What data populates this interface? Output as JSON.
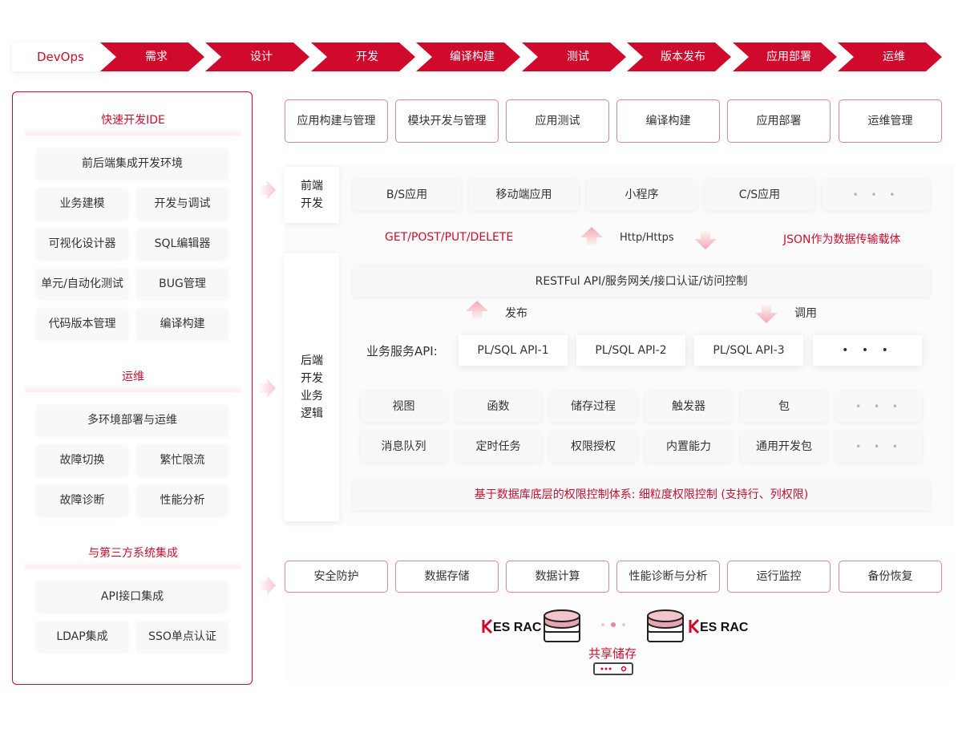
{
  "devops": {
    "label": "DevOps",
    "stages": [
      "需求",
      "设计",
      "开发",
      "编译构建",
      "测试",
      "版本发布",
      "应用部署",
      "运维"
    ]
  },
  "left_panel": {
    "ide": {
      "title": "快速开发IDE",
      "full": "前后端集成开发环境",
      "items": [
        "业务建模",
        "开发与调试",
        "可视化设计器",
        "SQL编辑器",
        "单元/自动化测试",
        "BUG管理",
        "代码版本管理",
        "编译构建"
      ]
    },
    "ops": {
      "title": "运维",
      "full": "多环境部署与运维",
      "items": [
        "故障切换",
        "繁忙限流",
        "故障诊断",
        "性能分析"
      ]
    },
    "integration": {
      "title": "与第三方系统集成",
      "full": "API接口集成",
      "items": [
        "LDAP集成",
        "SSO单点认证"
      ]
    }
  },
  "top_modules": [
    "应用构建与管理",
    "模块开发与管理",
    "应用测试",
    "编译构建",
    "应用部署",
    "运维管理"
  ],
  "frontend": {
    "label": [
      "前端",
      "开发"
    ],
    "items": [
      "B/S应用",
      "移动端应用",
      "小程序",
      "C/S应用",
      "• • •"
    ]
  },
  "protocol": {
    "methods": "GET/POST/PUT/DELETE",
    "transport": "Http/Https",
    "payload": "JSON作为数据传输载体"
  },
  "backend": {
    "label": [
      "后端",
      "开发",
      "业务",
      "逻辑"
    ],
    "gateway": "RESTFul API/服务网关/接口认证/访问控制",
    "publish": "发布",
    "invoke": "调用",
    "api_label": "业务服务API:",
    "apis": [
      "PL/SQL API-1",
      "PL/SQL API-2",
      "PL/SQL API-3",
      "• • •"
    ],
    "row1": [
      "视图",
      "函数",
      "储存过程",
      "触发器",
      "包",
      "• • •"
    ],
    "row2": [
      "消息队列",
      "定时任务",
      "权限授权",
      "内置能力",
      "通用开发包",
      "• • •"
    ],
    "security": "基于数据库底层的权限控制体系: 细粒度权限控制 (支持行、列权限)"
  },
  "bottom_modules": [
    "安全防护",
    "数据存储",
    "数据计算",
    "性能诊断与分析",
    "运行监控",
    "备份恢复"
  ],
  "storage": {
    "logo_left": "KESRAC",
    "logo_right": "KESRAC",
    "shared": "共享储存"
  },
  "colors": {
    "accent": "#cf0a2c",
    "light_red": "#f2a7b3",
    "chip_bg": "#f7f8fa"
  }
}
